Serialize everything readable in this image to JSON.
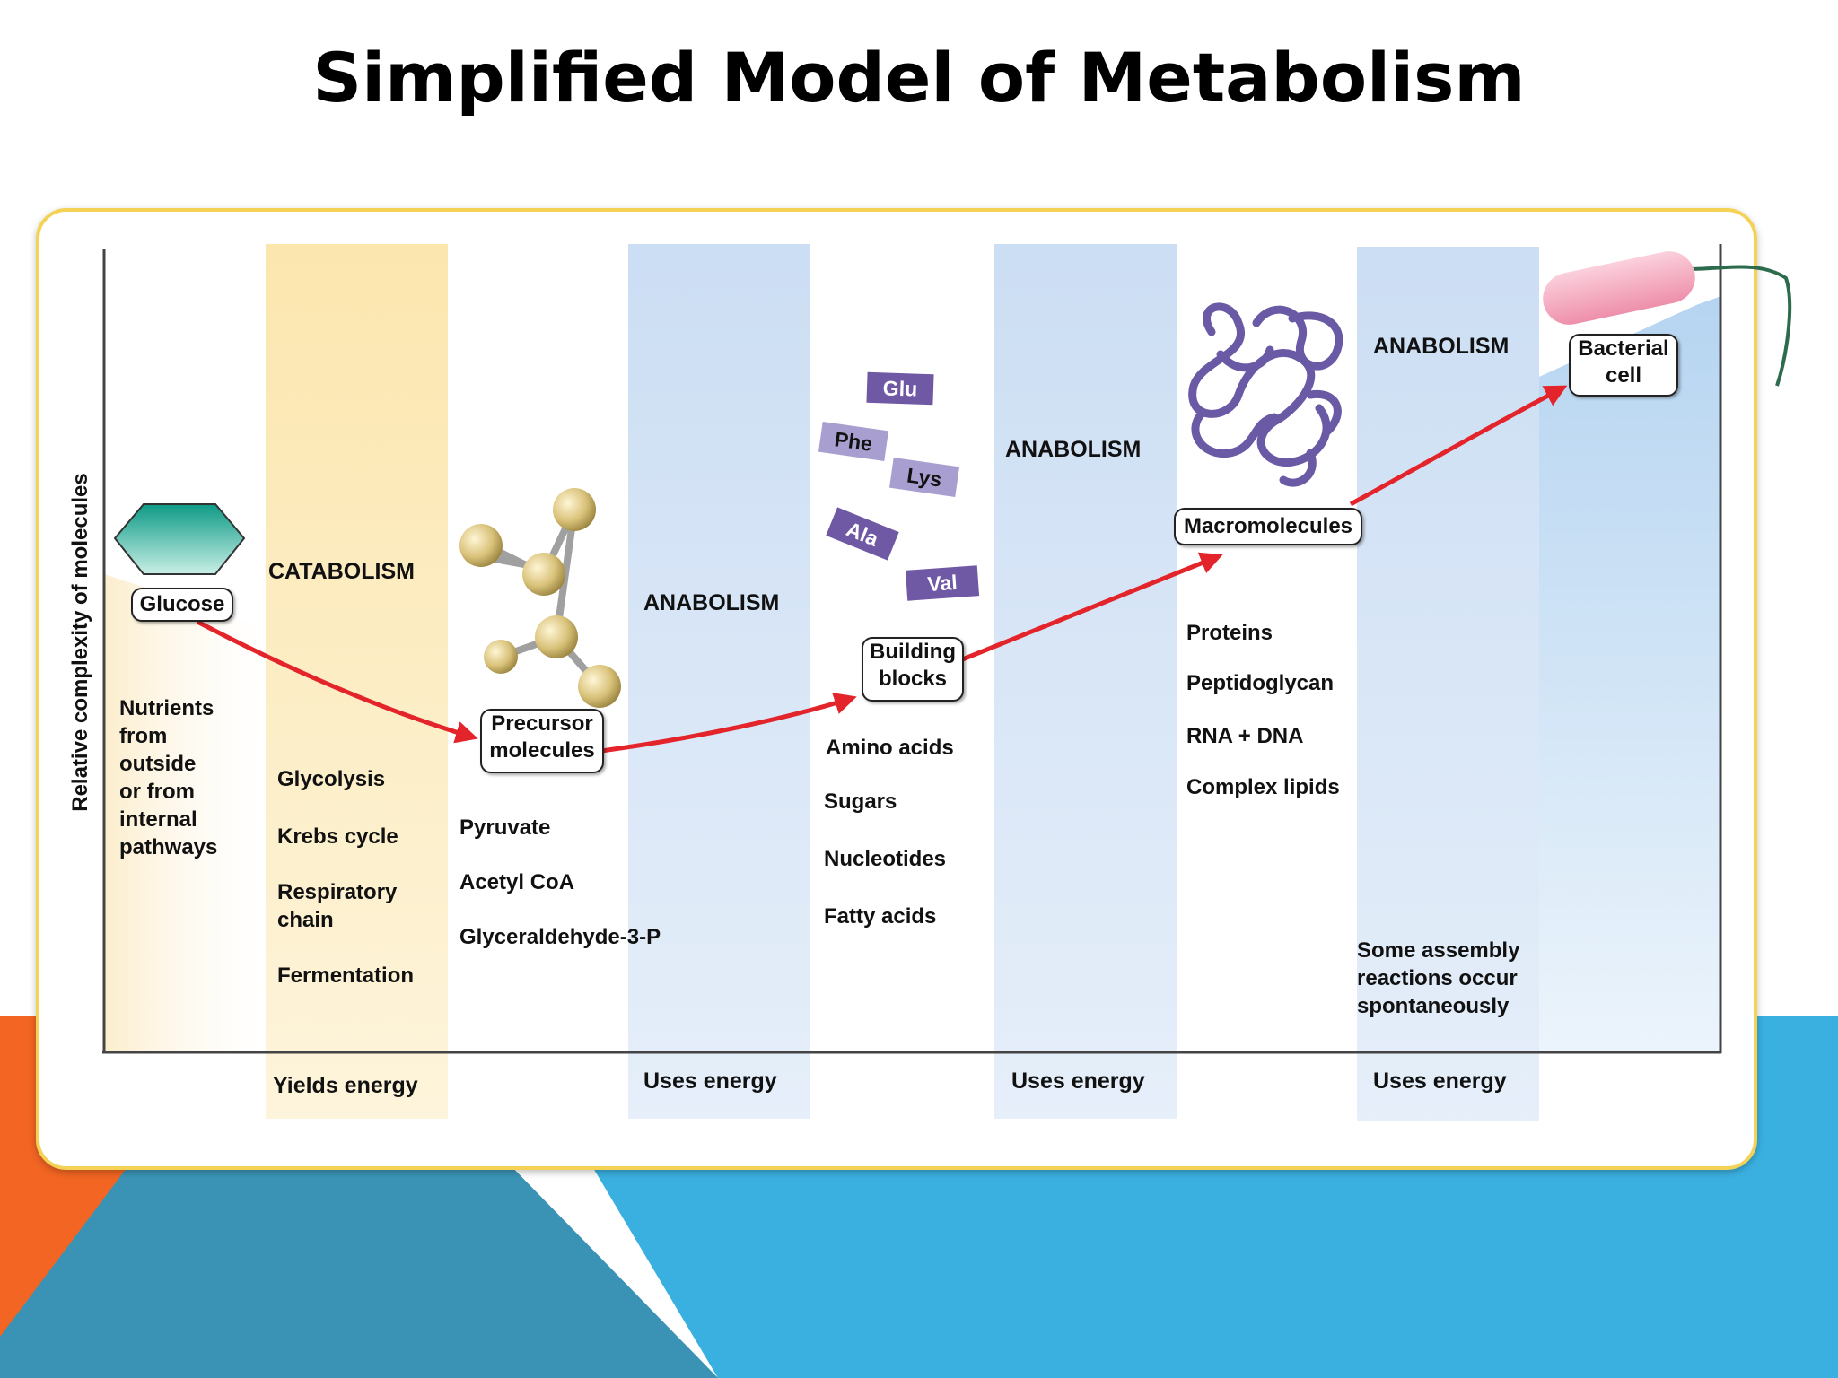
{
  "title": "Simplified Model of Metabolism",
  "y_axis_label": "Relative complexity of molecules",
  "stages": {
    "glucose": "Glucose",
    "precursor": [
      "Precursor",
      "molecules"
    ],
    "building": [
      "Building",
      "blocks"
    ],
    "macro": "Macromolecules",
    "bacterial": [
      "Bacterial",
      "cell"
    ]
  },
  "processes": {
    "catabolism": "CATABOLISM",
    "anabolism_1": "ANABOLISM",
    "anabolism_2": "ANABOLISM",
    "anabolism_3": "ANABOLISM"
  },
  "energy": {
    "yields": "Yields energy",
    "uses_1": "Uses energy",
    "uses_2": "Uses energy",
    "uses_3": "Uses energy"
  },
  "nutrients": [
    "Nutrients",
    "from",
    "outside",
    "or from",
    "internal",
    "pathways"
  ],
  "catabolism_items": [
    "Glycolysis",
    "Krebs cycle",
    "Respiratory chain",
    "Fermentation"
  ],
  "precursor_items": [
    "Pyruvate",
    "Acetyl CoA",
    "Glyceraldehyde-3-P"
  ],
  "building_items": [
    "Amino acids",
    "Sugars",
    "Nucleotides",
    "Fatty acids"
  ],
  "macro_items": [
    "Proteins",
    "Peptidoglycan",
    "RNA + DNA",
    "Complex lipids"
  ],
  "assembly_note": [
    "Some assembly",
    "reactions occur",
    "spontaneously"
  ],
  "amino_acids": [
    "Glu",
    "Phe",
    "Lys",
    "Ala",
    "Val"
  ],
  "colors": {
    "arrow": "#e3242b",
    "catabolism_band": "#fbe7b3",
    "anabolism_band": "#c9dcf2",
    "frame_border": "#f3d257",
    "bg_orange": "#f26522",
    "bg_blue": "#3ab0e0",
    "bg_teal": "#3a93b5",
    "glucose_fill": "#1aa58c",
    "amino_dark": "#6f58a4",
    "amino_light": "#a89fd0",
    "protein": "#6a5aa6",
    "bacterium": "#f3a8bc"
  }
}
